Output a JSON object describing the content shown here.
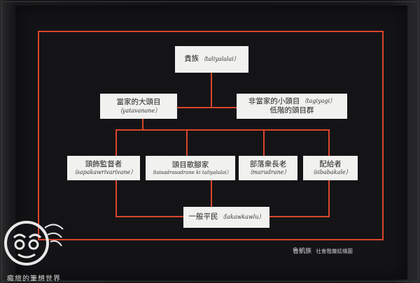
{
  "chart_title": "",
  "colors": {
    "line": "#d9452b",
    "box": "#f1f1ef",
    "panel": "#141417"
  },
  "nodes": {
    "nobility": {
      "zh": "貴族",
      "rom": "（taliyalalai）"
    },
    "chief_head": {
      "zh": "當家的大頭目",
      "rom": "（yatavanane）"
    },
    "minor_head": {
      "zh": "非當家的小頭目",
      "rom": "（tagiyagi）",
      "zh2": "低階的頭目群"
    },
    "overseer": {
      "zh": "頭飾監督者",
      "rom": "（sapakawrivarivane）"
    },
    "song_leader": {
      "zh": "頭目歌腳家",
      "rom": "（taisadrasadrane ki taliyalalai）"
    },
    "elders": {
      "zh": "部落衆長老",
      "rom": "（marudrane）"
    },
    "distributor": {
      "zh": "配給者",
      "rom": "（sibabakale）"
    },
    "commoners": {
      "zh": "一般平民",
      "rom": "（lakawkawlu）"
    }
  },
  "credit": {
    "seal": "魯凱族",
    "text": "社會階層結構圖"
  },
  "watermark": {
    "text": "瘋旅的筆想世界",
    "icon": "face-logo-icon"
  }
}
